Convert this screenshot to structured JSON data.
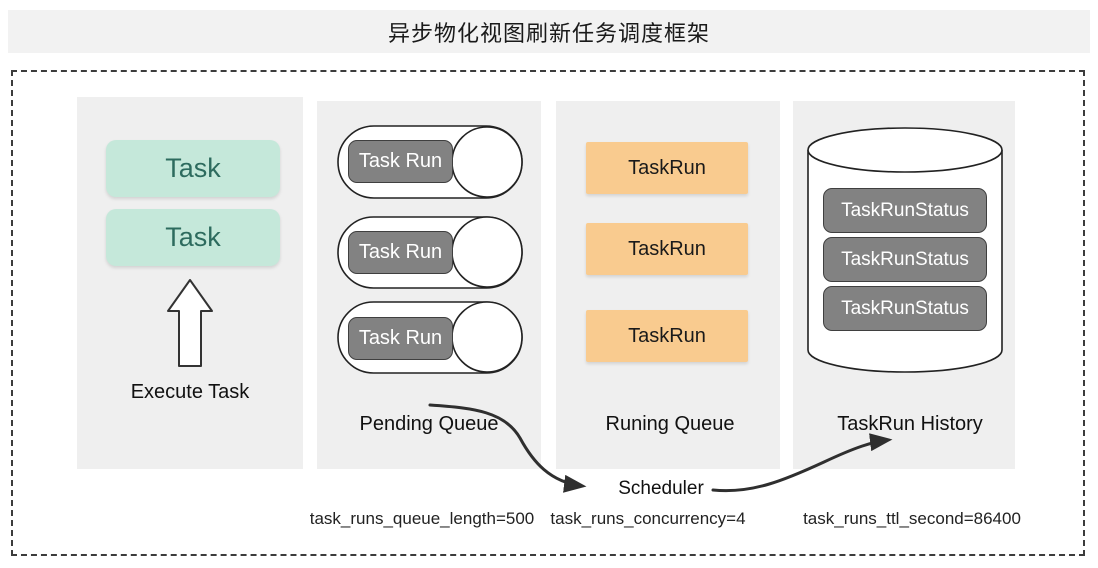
{
  "title": "异步物化视图刷新任务调度框架",
  "scheduler_label": "Scheduler",
  "execute_panel": {
    "tasks": [
      "Task",
      "Task"
    ],
    "label": "Execute Task"
  },
  "pending_panel": {
    "items": [
      "Task Run",
      "Task Run",
      "Task Run"
    ],
    "label": "Pending Queue",
    "config": "task_runs_queue_length=500"
  },
  "running_panel": {
    "items": [
      "TaskRun",
      "TaskRun",
      "TaskRun"
    ],
    "label": "Runing Queue",
    "config": "task_runs_concurrency=4"
  },
  "history_panel": {
    "items": [
      "TaskRunStatus",
      "TaskRunStatus",
      "TaskRunStatus"
    ],
    "label": "TaskRun History",
    "config": "task_runs_ttl_second=86400"
  },
  "colors": {
    "titlebar_bg": "#f2f2f2",
    "panel_bg": "#efefef",
    "task_fill": "#c5e8da",
    "task_text": "#2d6b5e",
    "taskrun_fill": "#f9cb8f",
    "gray_fill": "#828282",
    "outline": "#222222",
    "arrow": "#2f2f2f"
  }
}
